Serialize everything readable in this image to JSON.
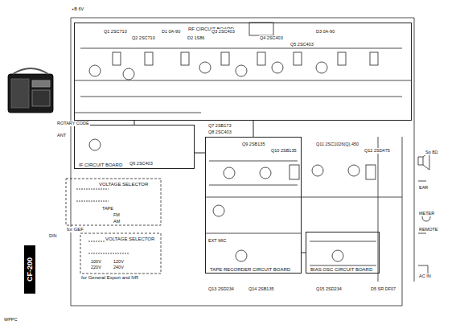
{
  "diagram": {
    "nodes": [
      {
        "text": [
          "RF CIRCUIT BOARD"
        ]
      },
      {
        "text": [
          "IF CIRCUIT BOARD"
        ]
      },
      {
        "text": [
          "TAPE RECORDER CIRCUIT BOARD"
        ]
      },
      {
        "text": [
          "BIAS OSC CIRCUIT BOARD"
        ]
      },
      {
        "text": [
          "VOLTAGE SELECTOR",
          "for GEF"
        ]
      },
      {
        "text": [
          "VOLTAGE SELECTOR",
          "for General Export and NR"
        ]
      },
      {
        "text": [
          "CF-200"
        ]
      }
    ],
    "edges": [
      {
        "from": 0,
        "to": 1,
        "arrow": "none"
      },
      {
        "from": 1,
        "to": 2,
        "arrow": "none"
      },
      {
        "from": 0,
        "to": 2,
        "arrow": "none"
      },
      {
        "from": 2,
        "to": 3,
        "arrow": "none"
      }
    ],
    "labels": [
      "Q1 2SC710",
      "Q2 2SC710",
      "D1 0A-90",
      "D2 1S86",
      "Q3 2SC403",
      "Q4 2SC403",
      "D3 0A-90",
      "Q5 2SC403",
      "Q6 2SC403",
      "Q7 2SB173",
      "Q8 2SC403",
      "Q9 2SB135",
      "Q10 2SB135",
      "Q11 2SC1026(Q),450",
      "Q12 2SD475",
      "Q13 2SD234",
      "Q14 2SB135",
      "Q15 2SD234",
      "D5 SR DF07",
      "ROTARY CODE",
      "TAPE",
      "FM",
      "AM",
      "EXT MIC",
      "Sp 8Ω",
      "EAR",
      "METER",
      "REMOTE",
      "AC IN",
      "DIN",
      "ANT",
      "+B 6V",
      "100V",
      "120V",
      "220V",
      "240V",
      "WPPC"
    ]
  }
}
